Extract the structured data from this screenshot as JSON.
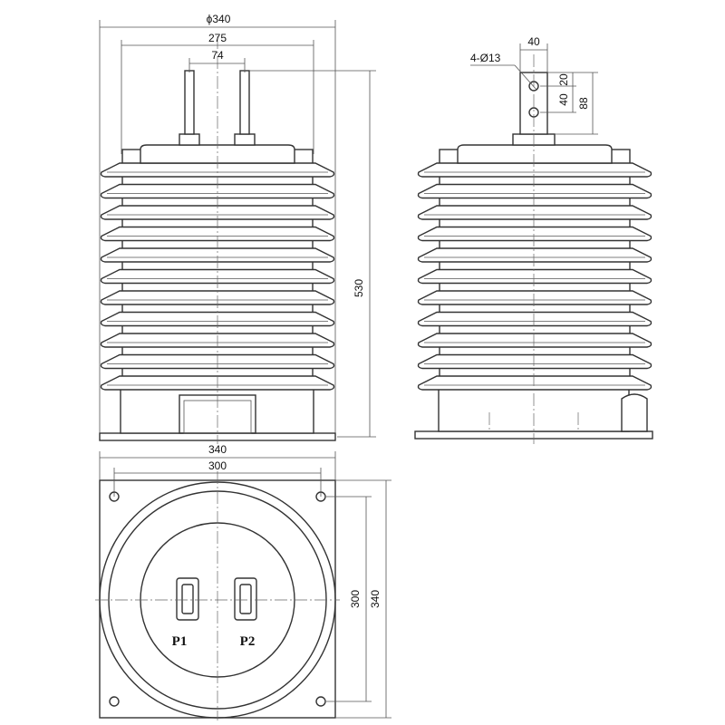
{
  "front_view": {
    "dim_diameter": "ϕ340",
    "dim_275": "275",
    "dim_74": "74",
    "dim_height": "530"
  },
  "side_view": {
    "dim_40_top": "40",
    "dim_holes": "4-Ø13",
    "dim_20": "20",
    "dim_40_vert": "40",
    "dim_88": "88"
  },
  "bottom_view": {
    "dim_340_width": "340",
    "dim_300_width": "300",
    "dim_300_height": "300",
    "dim_340_height": "340",
    "terminal_p1": "P1",
    "terminal_p2": "P2"
  }
}
